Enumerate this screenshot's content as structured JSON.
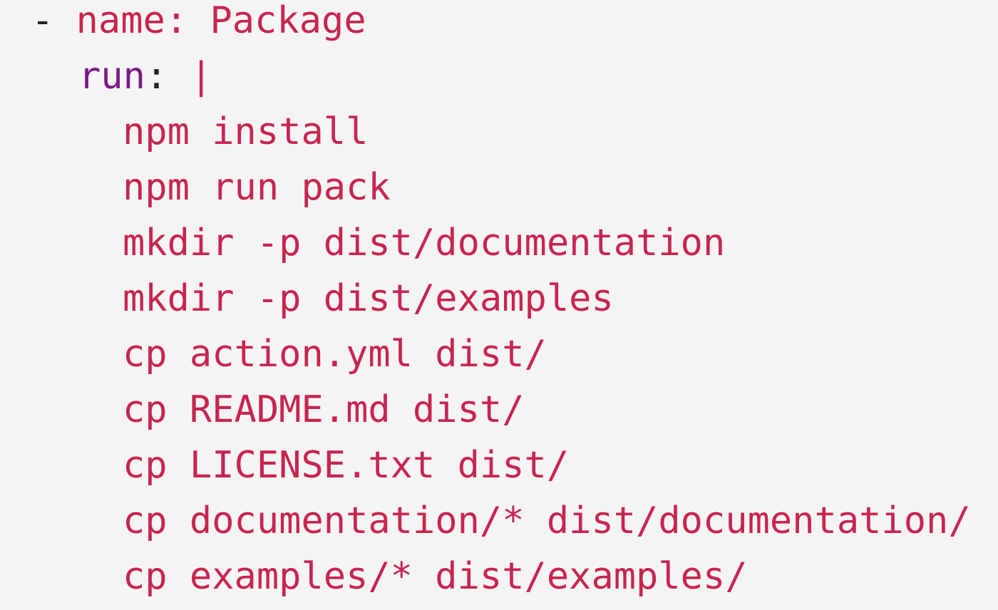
{
  "code_block": {
    "step": {
      "dash": "-",
      "name_key": "name:",
      "name_value": "Package",
      "run_key": "run",
      "run_colon": ":",
      "run_pipe": "|"
    },
    "commands": [
      "npm install",
      "npm run pack",
      "mkdir -p dist/documentation",
      "mkdir -p dist/examples",
      "cp action.yml dist/",
      "cp README.md dist/",
      "cp LICENSE.txt dist/",
      "cp documentation/* dist/documentation/",
      "cp examples/* dist/examples/"
    ]
  },
  "colors": {
    "background": "#f5f4f4",
    "string": "#c7254e",
    "key": "#7a1a85",
    "punctuation": "#222222"
  }
}
